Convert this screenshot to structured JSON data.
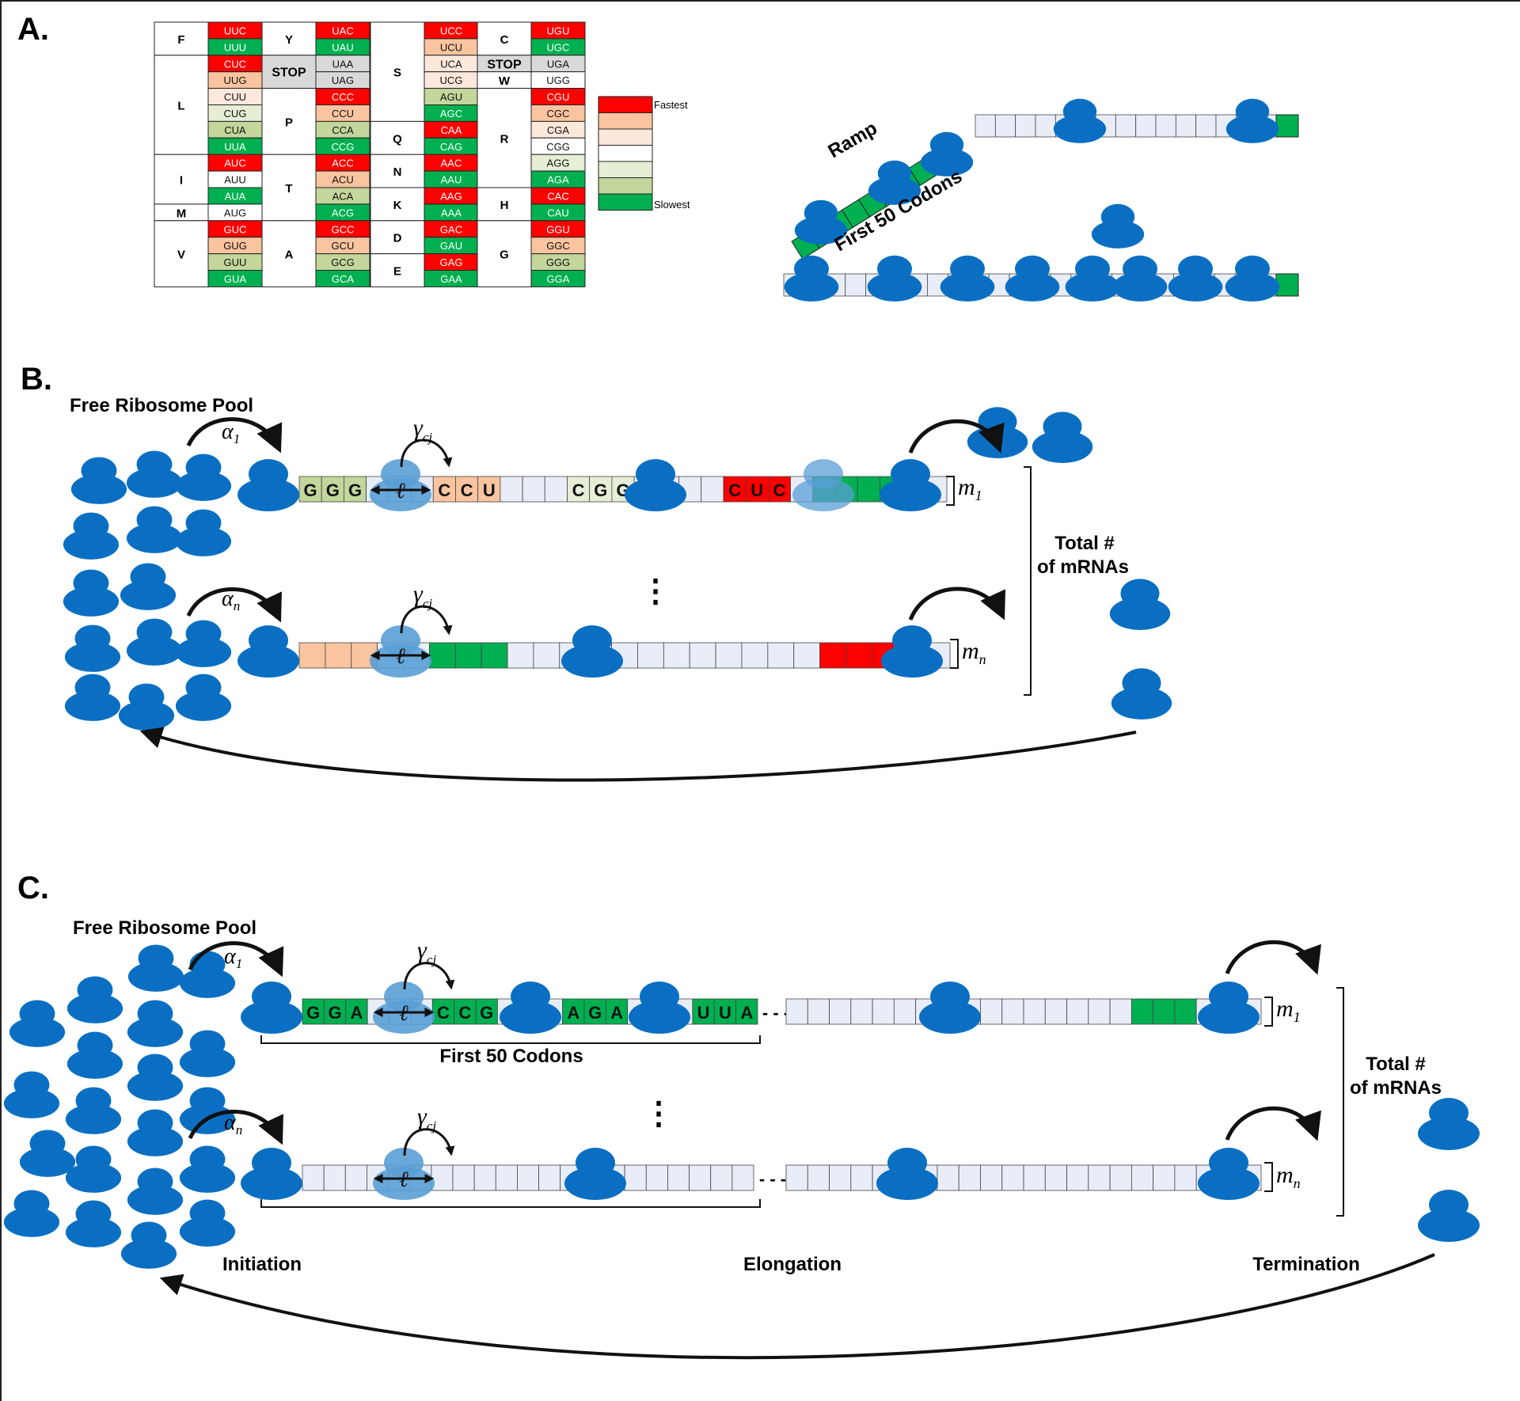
{
  "colors": {
    "ribosome": "#0a6fc2",
    "ribosome_faded": "#5a9fd6",
    "mrna_base": "#e8edf7",
    "arrow": "#111111",
    "rate_scale": [
      "#ff0000",
      "#f9c49f",
      "#fde8dc",
      "#ffffff",
      "#e6eed6",
      "#c3d69b",
      "#00b050"
    ]
  },
  "panels": {
    "a": "A.",
    "b": "B.",
    "c": "C."
  },
  "codon_table": {
    "blocks": [
      {
        "aa": "F",
        "codons": [
          [
            "UUC",
            0
          ],
          [
            "UUU",
            6
          ]
        ]
      },
      {
        "aa": "L",
        "codons": [
          [
            "CUC",
            0
          ],
          [
            "UUG",
            1
          ],
          [
            "CUU",
            2
          ],
          [
            "CUG",
            4
          ],
          [
            "CUA",
            5
          ],
          [
            "UUA",
            6
          ]
        ]
      },
      {
        "aa": "I",
        "codons": [
          [
            "AUC",
            0
          ],
          [
            "AUU",
            3
          ],
          [
            "AUA",
            6
          ]
        ]
      },
      {
        "aa": "M",
        "codons": [
          [
            "AUG",
            3
          ]
        ]
      },
      {
        "aa": "V",
        "codons": [
          [
            "GUC",
            0
          ],
          [
            "GUG",
            1
          ],
          [
            "GUU",
            5
          ],
          [
            "GUA",
            6
          ]
        ]
      },
      {
        "aa": "Y",
        "codons": [
          [
            "UAC",
            0
          ],
          [
            "UAU",
            6
          ]
        ]
      },
      {
        "aa": "STOP",
        "codons": [
          [
            "UAA",
            7
          ],
          [
            "UAG",
            7
          ]
        ],
        "gray": true
      },
      {
        "aa": "P",
        "codons": [
          [
            "CCC",
            0
          ],
          [
            "CCU",
            1
          ],
          [
            "CCA",
            5
          ],
          [
            "CCG",
            6
          ]
        ]
      },
      {
        "aa": "T",
        "codons": [
          [
            "ACC",
            0
          ],
          [
            "ACU",
            1
          ],
          [
            "ACA",
            5
          ],
          [
            "ACG",
            6
          ]
        ]
      },
      {
        "aa": "A",
        "codons": [
          [
            "GCC",
            0
          ],
          [
            "GCU",
            1
          ],
          [
            "GCG",
            5
          ],
          [
            "GCA",
            6
          ]
        ]
      },
      {
        "aa": "S",
        "codons": [
          [
            "UCC",
            0
          ],
          [
            "UCU",
            1
          ],
          [
            "UCA",
            2
          ],
          [
            "UCG",
            2
          ],
          [
            "AGU",
            5
          ],
          [
            "AGC",
            6
          ]
        ]
      },
      {
        "aa": "Q",
        "codons": [
          [
            "CAA",
            0
          ],
          [
            "CAG",
            6
          ]
        ]
      },
      {
        "aa": "N",
        "codons": [
          [
            "AAC",
            0
          ],
          [
            "AAU",
            6
          ]
        ]
      },
      {
        "aa": "K",
        "codons": [
          [
            "AAG",
            0
          ],
          [
            "AAA",
            6
          ]
        ]
      },
      {
        "aa": "D",
        "codons": [
          [
            "GAC",
            0
          ],
          [
            "GAU",
            6
          ]
        ]
      },
      {
        "aa": "E",
        "codons": [
          [
            "GAG",
            0
          ],
          [
            "GAA",
            6
          ]
        ]
      },
      {
        "aa": "C",
        "codons": [
          [
            "UGU",
            0
          ],
          [
            "UGC",
            6
          ]
        ]
      },
      {
        "aa": "STOP",
        "codons": [
          [
            "UGA",
            7
          ]
        ],
        "gray": true
      },
      {
        "aa": "W",
        "codons": [
          [
            "UGG",
            3
          ]
        ]
      },
      {
        "aa": "R",
        "codons": [
          [
            "CGU",
            0
          ],
          [
            "CGC",
            1
          ],
          [
            "CGA",
            2
          ],
          [
            "CGG",
            3
          ],
          [
            "AGG",
            4
          ],
          [
            "AGA",
            6
          ]
        ]
      },
      {
        "aa": "H",
        "codons": [
          [
            "CAC",
            0
          ],
          [
            "CAU",
            6
          ]
        ]
      },
      {
        "aa": "G",
        "codons": [
          [
            "GGU",
            0
          ],
          [
            "GGC",
            1
          ],
          [
            "GGG",
            5
          ],
          [
            "GGA",
            6
          ]
        ]
      }
    ]
  },
  "legend": {
    "fastest": "Fastest",
    "slowest": "Slowest"
  },
  "ramp": {
    "ramp_label": "Ramp",
    "first50_label": "First 50 Codons"
  },
  "panel_b": {
    "pool_label": "Free Ribosome Pool",
    "alpha1_sym": "α",
    "alpha1_sub": "1",
    "alphan_sym": "α",
    "alphan_sub": "n",
    "gamma_sym": "γ",
    "gamma_sub": "cj",
    "ell": "ℓ",
    "m1_sym": "m",
    "m1_sub": "1",
    "mn_sym": "m",
    "mn_sub": "n",
    "total_line1": "Total #",
    "total_line2": "of mRNAs",
    "row1_codons": [
      "GGG",
      "CCU",
      "CGG",
      "CUC"
    ],
    "dots": "⋮"
  },
  "panel_c": {
    "pool_label": "Free Ribosome Pool",
    "alpha1_sym": "α",
    "alpha1_sub": "1",
    "alphan_sym": "α",
    "alphan_sub": "n",
    "gamma_sym": "γ",
    "gamma_sub": "cj",
    "ell": "ℓ",
    "m1_sym": "m",
    "m1_sub": "1",
    "mn_sym": "m",
    "mn_sub": "n",
    "total_line1": "Total #",
    "total_line2": "of mRNAs",
    "row1_codons": [
      "GGA",
      "CCG",
      "AGA",
      "UUA"
    ],
    "first50_label": "First 50 Codons",
    "initiation": "Initiation",
    "elongation": "Elongation",
    "termination": "Termination",
    "dots": "⋮",
    "ellipsis": "- - -"
  }
}
